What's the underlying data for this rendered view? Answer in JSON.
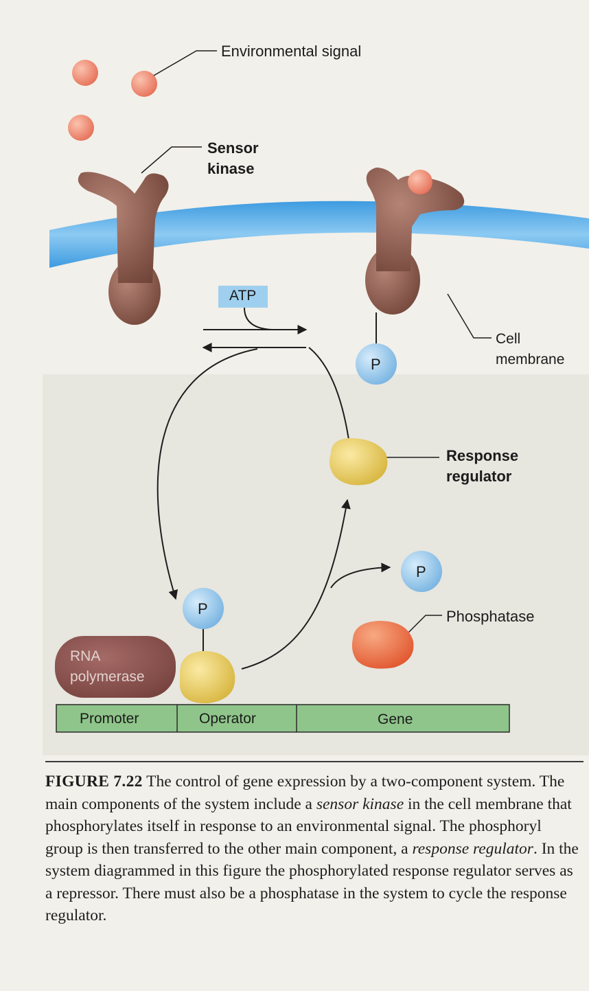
{
  "labels": {
    "environmental_signal": "Environmental signal",
    "sensor_kinase_l1": "Sensor",
    "sensor_kinase_l2": "kinase",
    "atp": "ATP",
    "cell_membrane_l1": "Cell",
    "cell_membrane_l2": "membrane",
    "phosphoryl": "P",
    "response_regulator_l1": "Response",
    "response_regulator_l2": "regulator",
    "phosphatase": "Phosphatase",
    "rna_polymerase_l1": "RNA",
    "rna_polymerase_l2": "polymerase"
  },
  "dna_segments": [
    "Promoter",
    "Operator",
    "Gene"
  ],
  "caption": {
    "figure_number": "FIGURE 7.22",
    "text_1": " The control of gene expression by a two-component system. The main components of the system include a ",
    "term_1": "sensor kinase",
    "text_2": " in the cell membrane that phosphorylates itself in response to an environmental signal. The phosphoryl group is then transferred to the other main component, a ",
    "term_2": "response regulator",
    "text_3": ". In the system diagrammed in this figure the phosphorylated response regulator serves as a repressor. There must also be a phosphatase in the system to cycle the response regulator."
  },
  "colors": {
    "signal": "#ec8a70",
    "kinase": "#8a5a4c",
    "membrane": "#5aaee6",
    "phosphoryl": "#8fc6ea",
    "regulator": "#e5c85a",
    "phosphatase": "#e8663c",
    "rna_polymerase": "#8c4e4a",
    "dna": "#8fc58a",
    "panel": "#e7e6df"
  }
}
